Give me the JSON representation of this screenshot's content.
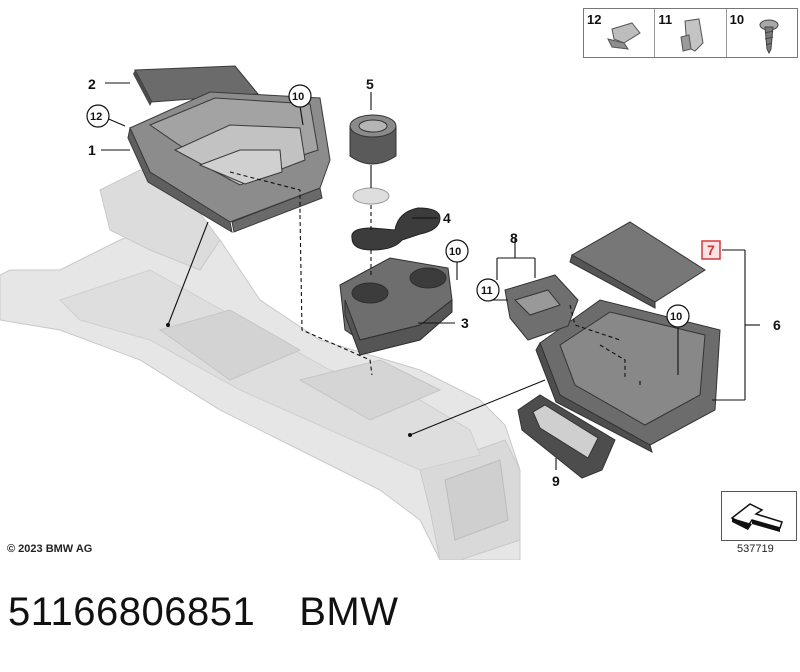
{
  "diagram": {
    "callouts": [
      "1",
      "2",
      "3",
      "4",
      "5",
      "6",
      "7",
      "8",
      "9",
      "10",
      "10",
      "10",
      "11",
      "12"
    ],
    "labels": {
      "c1": "1",
      "c2": "2",
      "c3": "3",
      "c4": "4",
      "c5": "5",
      "c6": "6",
      "c7": "7",
      "c8": "8",
      "c9": "9",
      "c10a": "10",
      "c10b": "10",
      "c10c": "10",
      "c11": "11",
      "c12": "12"
    },
    "legend": [
      {
        "number": "12",
        "icon": "spring-clip-icon"
      },
      {
        "number": "11",
        "icon": "spring-nut-icon"
      },
      {
        "number": "10",
        "icon": "screw-icon"
      }
    ],
    "highlight_color": "#d23a3a",
    "copyright": "© 2023 BMW AG",
    "reference_number": "537719"
  },
  "footer": {
    "part_number": "51166806851",
    "brand": "BMW"
  }
}
